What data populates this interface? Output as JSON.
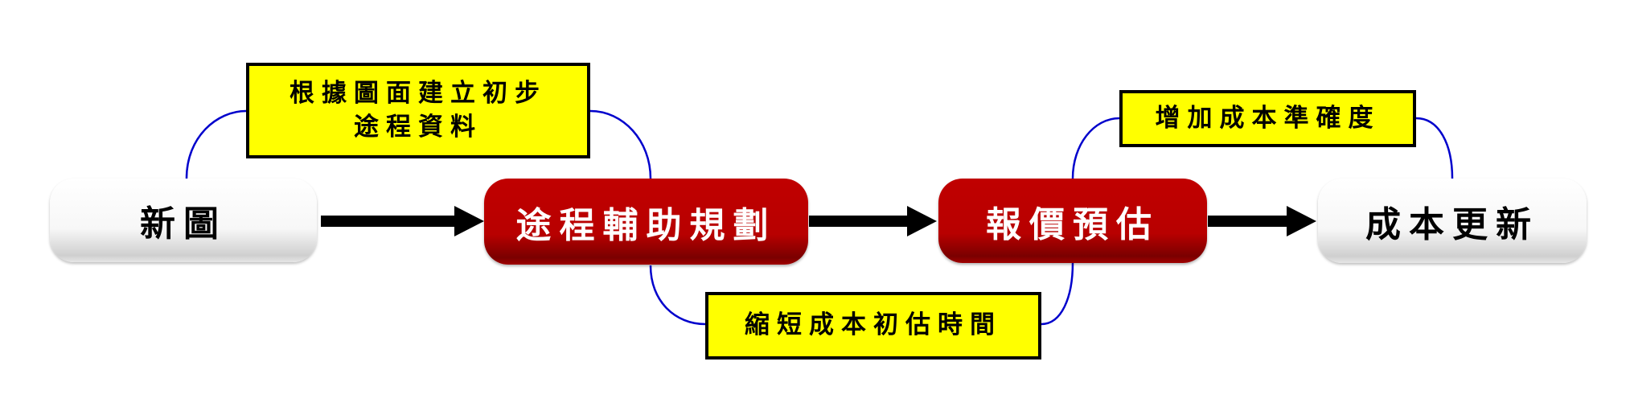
{
  "nodes": {
    "new_drawing": "新圖",
    "route_planning": "途程輔助規劃",
    "quote_estimate": "報價預估",
    "cost_update": "成本更新"
  },
  "notes": {
    "build_route_line1": "根據圖面建立初步",
    "build_route_line2": "途程資料",
    "shorten_time": "縮短成本初估時間",
    "increase_accuracy": "增加成本準確度"
  },
  "colors": {
    "process_red": "#c00000",
    "note_yellow": "#ffff00",
    "connector_blue": "#0000cc"
  }
}
